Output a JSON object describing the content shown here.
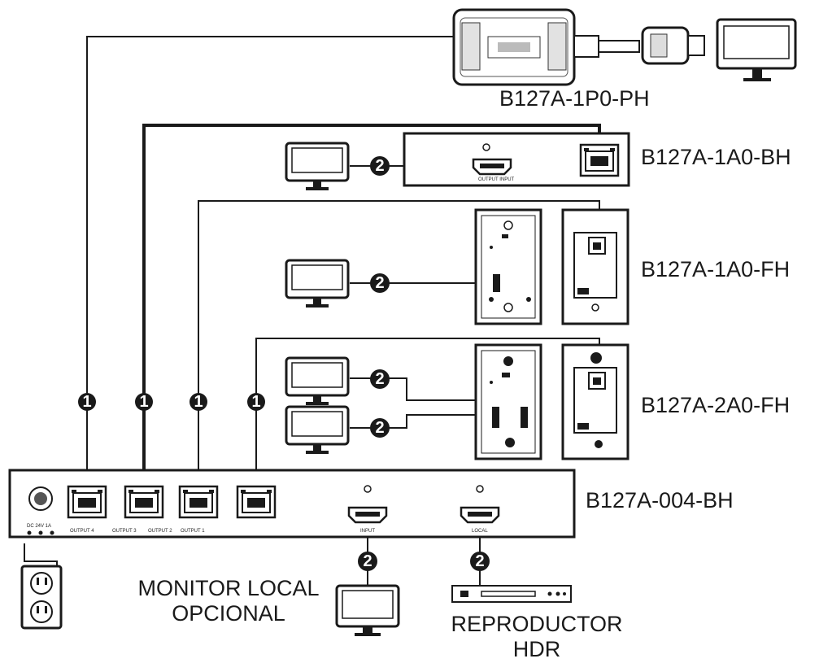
{
  "devices": {
    "main_switch": {
      "model": "B127A-004-BH",
      "ports": [
        "OUTPUT 4",
        "OUTPUT 3",
        "OUTPUT 2",
        "OUTPUT 1"
      ],
      "input_label": "INPUT",
      "local_label": "LOCAL",
      "power_label": "DC 24V 1A"
    },
    "receiver_ph": {
      "model": "B127A-1P0-PH"
    },
    "receiver_1a0_bh": {
      "model": "B127A-1A0-BH",
      "port_label": "OUTPUT INPUT"
    },
    "receiver_1a0_fh": {
      "model": "B127A-1A0-FH"
    },
    "receiver_2a0_fh": {
      "model": "B127A-2A0-FH"
    }
  },
  "labels": {
    "monitor_local_line1": "MONITOR LOCAL",
    "monitor_local_line2": "OPCIONAL",
    "player_line1": "REPRODUCTOR",
    "player_line2": "HDR"
  },
  "markers": {
    "cat_cable": "1",
    "hdmi_cable": "2"
  },
  "colors": {
    "line": "#1a1a1a",
    "background": "#ffffff",
    "device_fill": "#ffffff"
  }
}
